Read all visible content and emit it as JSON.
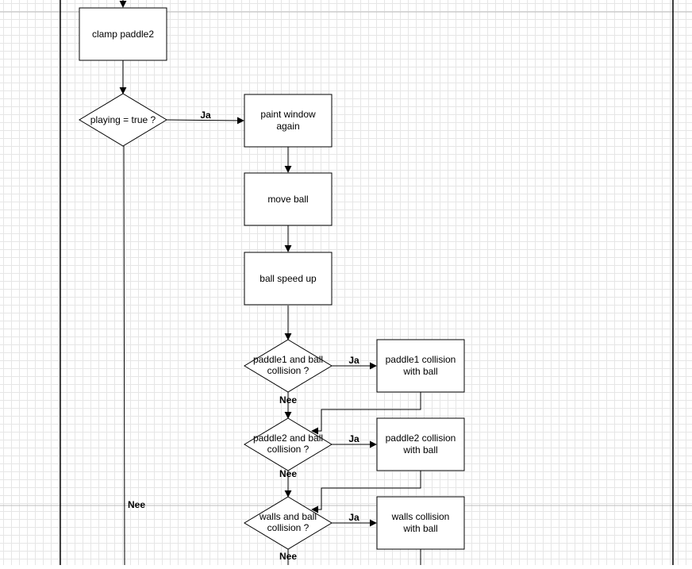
{
  "nodes": {
    "clamp_paddle2": "clamp paddle2",
    "playing_check": "playing = true ?",
    "paint_window": [
      "paint window",
      "again"
    ],
    "move_ball": "move ball",
    "ball_speed_up": "ball speed up",
    "paddle1_check": [
      "paddle1 and ball",
      "collision ?"
    ],
    "paddle1_collision": [
      "paddle1 collision",
      "with ball"
    ],
    "paddle2_check": [
      "paddle2 and ball",
      "collision ?"
    ],
    "paddle2_collision": [
      "paddle2 collision",
      "with ball"
    ],
    "walls_check": [
      "walls and ball",
      "collision ?"
    ],
    "walls_collision": [
      "walls collision",
      "with ball"
    ]
  },
  "edge_labels": {
    "yes": "Ja",
    "no": "Nee"
  },
  "colors": {
    "grid": "#e6e6e6",
    "stroke": "#000000",
    "fill": "#ffffff"
  }
}
